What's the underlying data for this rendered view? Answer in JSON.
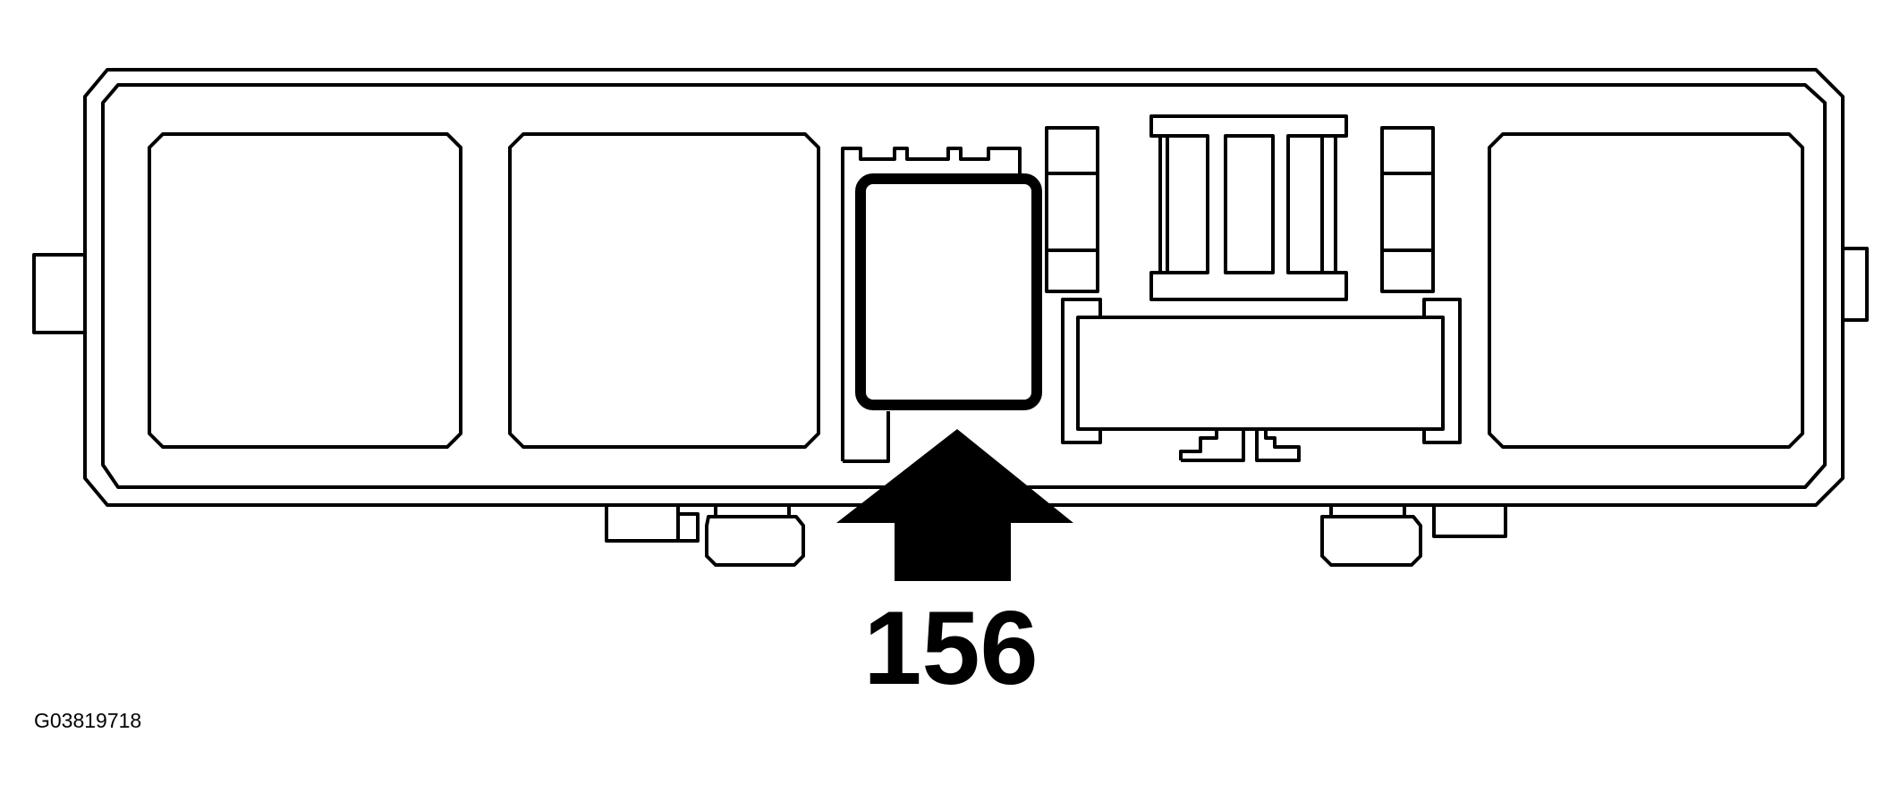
{
  "diagram": {
    "callout_number": "156",
    "figure_id": "G03819718",
    "line_color": "#000000",
    "background_color": "#ffffff",
    "highlighted_component": "relay",
    "pointer_icon": "arrow-up-icon"
  }
}
